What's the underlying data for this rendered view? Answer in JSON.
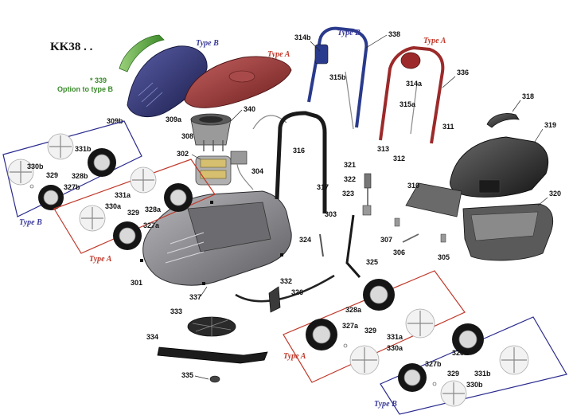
{
  "diagram": {
    "title": "KK38 . .",
    "variant_labels": {
      "type_a": "Type A",
      "type_b": "Type B"
    },
    "option_note": {
      "number": "* 339",
      "text": "Option to type B"
    },
    "colors": {
      "type_a": "#c0392b",
      "type_b": "#2b2b8f",
      "option": "#3a8a2a",
      "hood_a": "#9a3a3a",
      "hood_b": "#2f3270",
      "handle_a": "#9c2a2a",
      "handle_b": "#2a3a8c"
    },
    "part_numbers": {
      "p301": "301",
      "p302": "302",
      "p303": "303",
      "p304": "304",
      "p305": "305",
      "p306": "306",
      "p307": "307",
      "p308": "308",
      "p309a": "309a",
      "p309b": "309b",
      "p310": "310",
      "p311": "311",
      "p312": "312",
      "p313": "313",
      "p314a": "314a",
      "p314b": "314b",
      "p315a": "315a",
      "p315b": "315b",
      "p316": "316",
      "p317": "317",
      "p318": "318",
      "p319": "319",
      "p320": "320",
      "p321": "321",
      "p322": "322",
      "p323": "323",
      "p324": "324",
      "p325": "325",
      "p326": "326",
      "p327a": "327a",
      "p327b": "327b",
      "p328a": "328a",
      "p328b": "328b",
      "p329": "329",
      "p330a": "330a",
      "p330b": "330b",
      "p331a": "331a",
      "p331b": "331b",
      "p332": "332",
      "p333": "333",
      "p334": "334",
      "p335": "335",
      "p336": "336",
      "p337": "337",
      "p338": "338",
      "p340": "340"
    }
  }
}
